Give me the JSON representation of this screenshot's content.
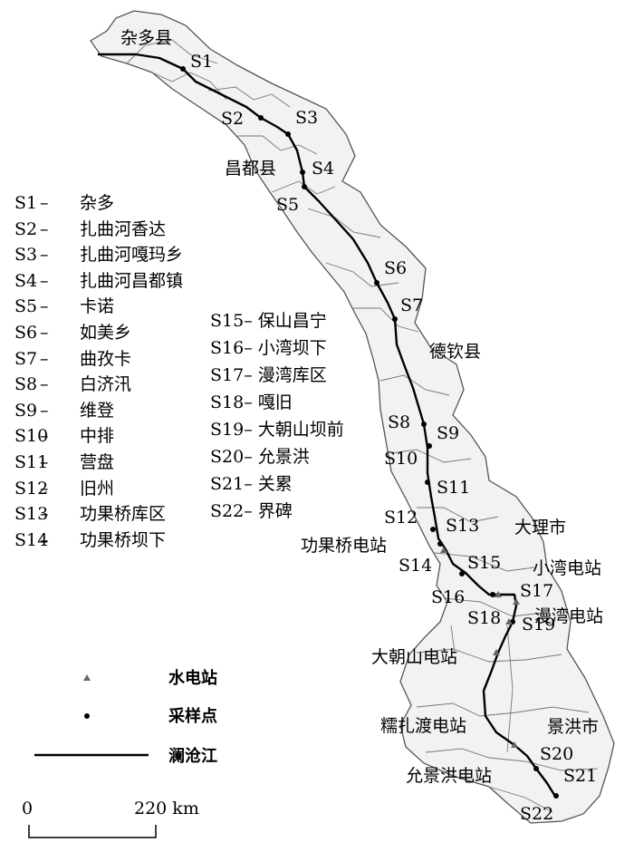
{
  "counties": [
    "杂多县",
    "昌都县",
    "德钦县",
    "大理市",
    "景洪市"
  ],
  "stations_left": [
    {
      "code": "S1",
      "sep": "–",
      "name": "杂多"
    },
    {
      "code": "S2",
      "sep": "–",
      "name": "扎曲河香达"
    },
    {
      "code": "S3",
      "sep": "–",
      "name": "扎曲河嘎玛乡"
    },
    {
      "code": "S4",
      "sep": "–",
      "name": "扎曲河昌都镇"
    },
    {
      "code": "S5",
      "sep": "–",
      "name": "卡诺"
    },
    {
      "code": "S6",
      "sep": "–",
      "name": "如美乡"
    },
    {
      "code": "S7",
      "sep": "–",
      "name": "曲孜卡"
    },
    {
      "code": "S8",
      "sep": "–",
      "name": "白济汛"
    },
    {
      "code": "S9",
      "sep": "–",
      "name": "维登"
    },
    {
      "code": "S10",
      "sep": "–",
      "name": "中排"
    },
    {
      "code": "S11",
      "sep": "–",
      "name": "营盘"
    },
    {
      "code": "S12",
      "sep": "–",
      "name": "旧州"
    },
    {
      "code": "S13",
      "sep": "–",
      "name": "功果桥库区"
    },
    {
      "code": "S14",
      "sep": "–",
      "name": "功果桥坝下"
    }
  ],
  "stations_right": [
    {
      "code": "S15",
      "sep": "–",
      "name": "保山昌宁"
    },
    {
      "code": "S16",
      "sep": "–",
      "name": "小湾坝下"
    },
    {
      "code": "S17",
      "sep": "–",
      "name": "漫湾库区"
    },
    {
      "code": "S18",
      "sep": "–",
      "name": "嘎旧"
    },
    {
      "code": "S19",
      "sep": "–",
      "name": "大朝山坝前"
    },
    {
      "code": "S20",
      "sep": "–",
      "name": "允景洪"
    },
    {
      "code": "S21",
      "sep": "–",
      "name": "关累"
    },
    {
      "code": "S22",
      "sep": "–",
      "name": "界碑"
    }
  ],
  "point_labels": [
    "S1",
    "S2",
    "S3",
    "S4",
    "S5",
    "S6",
    "S7",
    "S8",
    "S9",
    "S10",
    "S11",
    "S12",
    "S13",
    "S14",
    "S15",
    "S16",
    "S17",
    "S18",
    "S19",
    "S20",
    "S21",
    "S22"
  ],
  "hydropower_stations": [
    "功果桥电站",
    "小湾电站",
    "漫湾电站",
    "大朝山电站",
    "糯扎渡电站",
    "允景洪电站"
  ],
  "legend": {
    "hydropower": "水电站",
    "sampling": "采样点",
    "river": "澜沧江"
  },
  "scale": {
    "zero": "0",
    "distance": "220 km"
  },
  "colors": {
    "land": "#f2f2f2",
    "border": "#555555",
    "river": "#000000"
  }
}
